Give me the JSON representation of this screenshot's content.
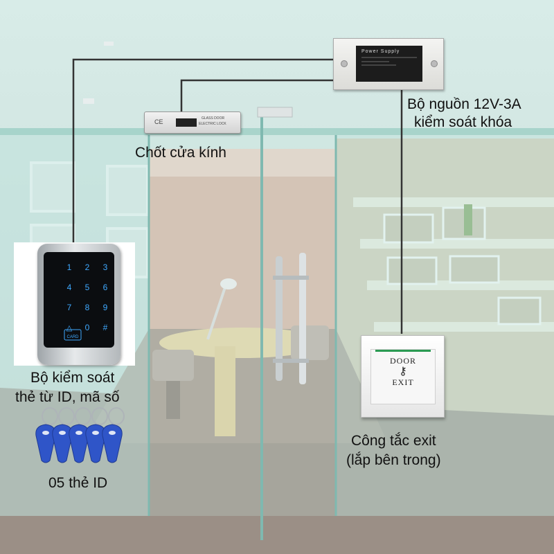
{
  "labels": {
    "glass_lock": "Chốt cửa kính",
    "power_supply": [
      "Bộ nguồn 12V-3A",
      "kiểm soát khóa"
    ],
    "access_controller": [
      "Bộ kiểm soát",
      "thẻ từ ID, mã số"
    ],
    "id_cards": "05 thẻ ID",
    "exit_switch": [
      "Công tắc exit",
      "(lắp bên trong)"
    ]
  },
  "power_supply_box": {
    "title": "Power Supply"
  },
  "glass_lock_body": {
    "brand": "GLASS DOOR",
    "subtitle": "ELECTRIC LOCK",
    "mark": "CE"
  },
  "keypad": {
    "keys": [
      "1",
      "2",
      "3",
      "4",
      "5",
      "6",
      "7",
      "8",
      "9",
      "🔔",
      "0",
      "#"
    ],
    "card_label": "CARD"
  },
  "exit_button": {
    "line1": "DOOR",
    "line2": "EXIT"
  },
  "colors": {
    "wire": "#333333",
    "keypad_glow": "#3fa9ff",
    "card_blue": "#2f55c8",
    "glass_edge": "#7fb9b0"
  }
}
